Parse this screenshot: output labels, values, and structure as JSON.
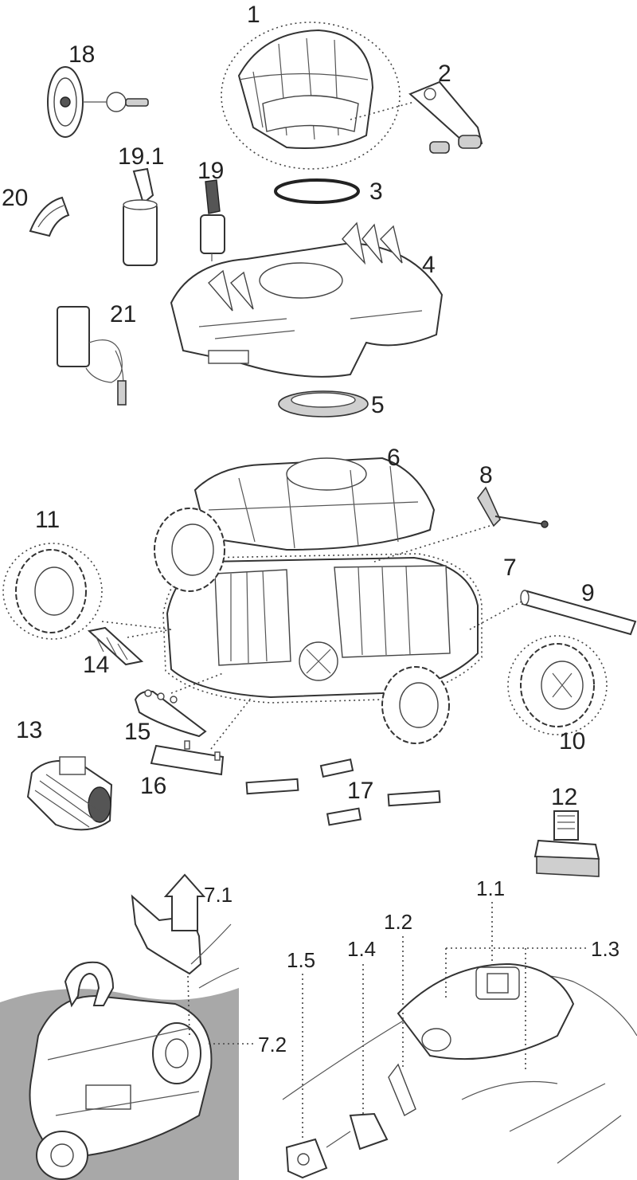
{
  "labels": {
    "p1": "1",
    "p2": "2",
    "p3": "3",
    "p4": "4",
    "p5": "5",
    "p6": "6",
    "p7": "7",
    "p8": "8",
    "p9": "9",
    "p10": "10",
    "p11": "11",
    "p12": "12",
    "p13": "13",
    "p14": "14",
    "p15": "15",
    "p16": "16",
    "p17": "17",
    "p18": "18",
    "p19": "19",
    "p19_1": "19.1",
    "p20": "20",
    "p21": "21",
    "p7_1": "7.1",
    "p7_2": "7.2",
    "p1_1": "1.1",
    "p1_2": "1.2",
    "p1_3": "1.3",
    "p1_4": "1.4",
    "p1_5": "1.5"
  },
  "colors": {
    "line": "#333333",
    "water": "#a8a8a8",
    "background": "#ffffff"
  }
}
